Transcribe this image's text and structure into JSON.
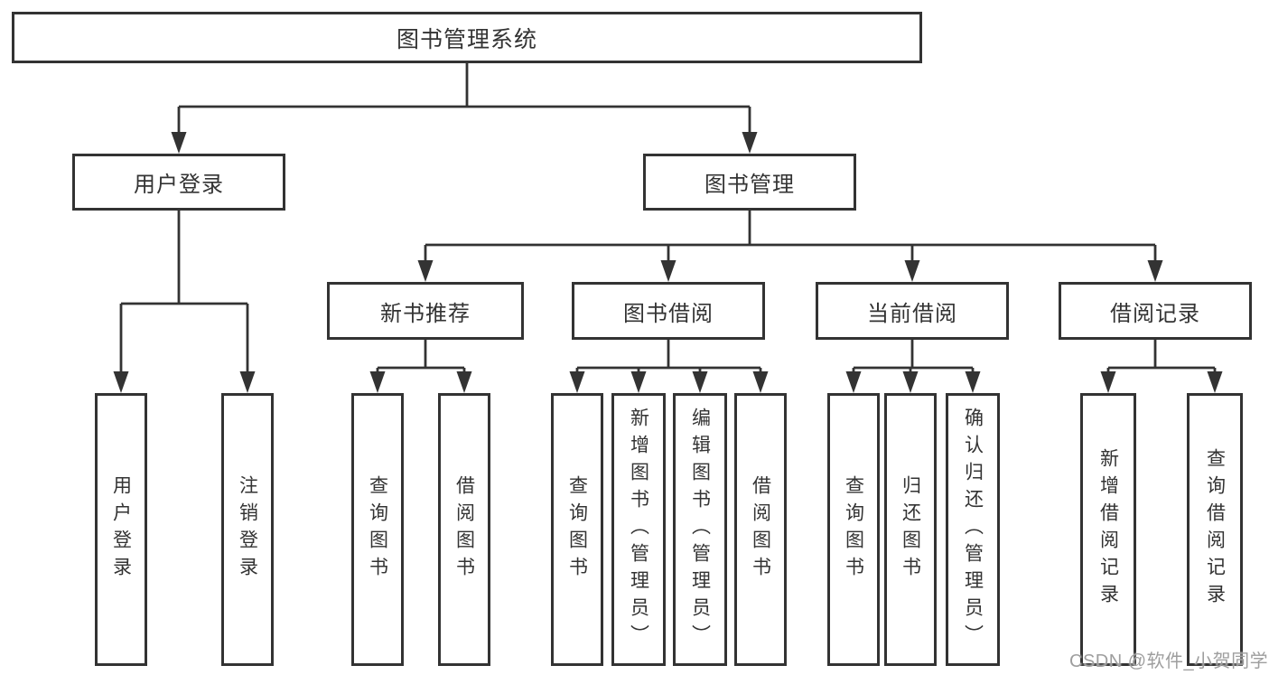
{
  "title": "图书管理系统",
  "branches": {
    "userLogin": {
      "label": "用户登录",
      "children": {
        "login": "用户登录",
        "logout": "注销登录"
      }
    },
    "bookMgmt": {
      "label": "图书管理",
      "sections": {
        "newBookRec": {
          "label": "新书推荐",
          "children": {
            "query": "查询图书",
            "borrow": "借阅图书"
          }
        },
        "bookBorrow": {
          "label": "图书借阅",
          "children": {
            "query": "查询图书",
            "add": "新增图书（管理员）",
            "edit": "编辑图书（管理员）",
            "borrow": "借阅图书"
          }
        },
        "currentBorrow": {
          "label": "当前借阅",
          "children": {
            "query": "查询图书",
            "return": "归还图书",
            "confirm": "确认归还（管理员）"
          }
        },
        "borrowRecords": {
          "label": "借阅记录",
          "children": {
            "add": "新增借阅记录",
            "query": "查询借阅记录"
          }
        }
      }
    }
  },
  "watermark": "CSDN @软件_小贺同学",
  "colors": {
    "line": "#333333",
    "text": "#333333",
    "watermark": "#9e9e9e",
    "boxFill": "#ffffff",
    "pageBackground": "#ffffff"
  }
}
